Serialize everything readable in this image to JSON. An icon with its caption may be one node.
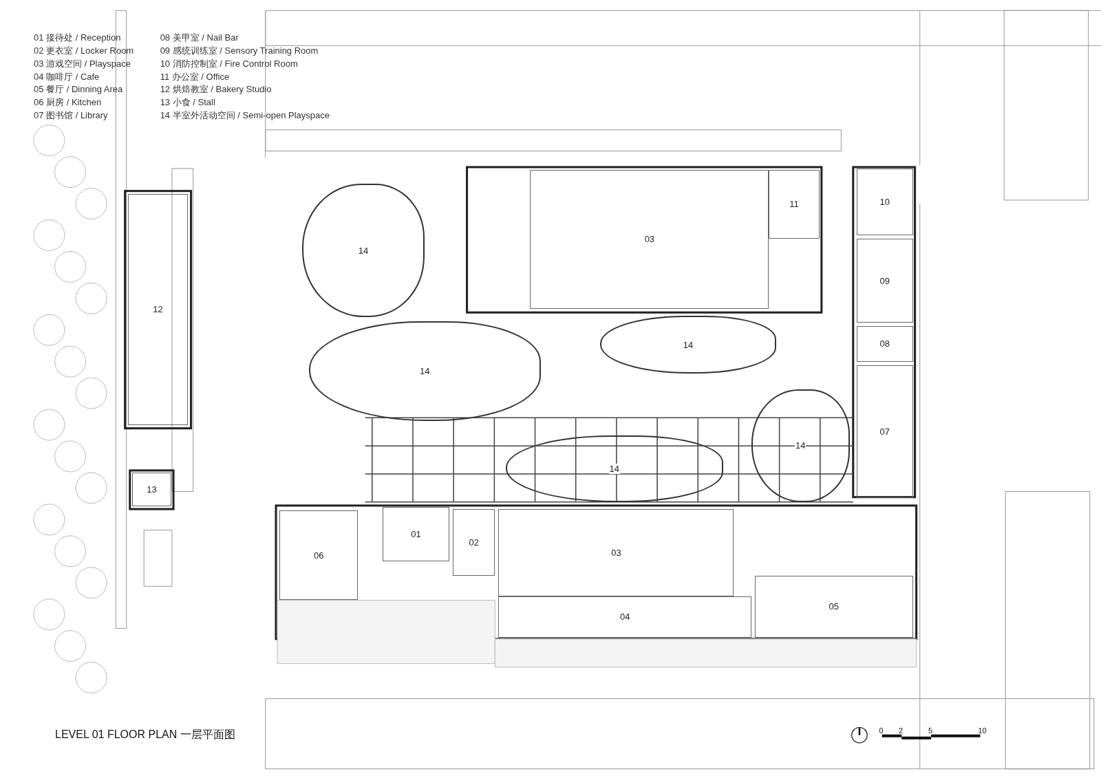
{
  "diagram": {
    "title": "LEVEL 01 FLOOR PLAN 一层平面图",
    "nodes": [
      {
        "text": [
          "14"
        ]
      },
      {
        "text": [
          "03"
        ]
      },
      {
        "text": [
          "11"
        ]
      },
      {
        "text": [
          "10"
        ]
      },
      {
        "text": [
          "09"
        ]
      },
      {
        "text": [
          "12"
        ]
      },
      {
        "text": [
          "14"
        ]
      },
      {
        "text": [
          "14"
        ]
      },
      {
        "text": [
          "08"
        ]
      },
      {
        "text": [
          "07"
        ]
      },
      {
        "text": [
          "14"
        ]
      },
      {
        "text": [
          "14"
        ]
      },
      {
        "text": [
          "13"
        ]
      },
      {
        "text": [
          "01"
        ]
      },
      {
        "text": [
          "02"
        ]
      },
      {
        "text": [
          "06"
        ]
      },
      {
        "text": [
          "03"
        ]
      },
      {
        "text": [
          "04"
        ]
      },
      {
        "text": [
          "05"
        ]
      }
    ],
    "labels": [
      "01 接待处 / Reception",
      "02 更衣室 / Locker Room",
      "03 游戏空间 / Playspace",
      "04 咖啡厅 / Cafe",
      "05 餐厅 / Dinning Area",
      "06 厨房 / Kitchen",
      "07 图书馆 / Library",
      "08 美甲室 / Nail Bar",
      "09 感统训练室 / Sensory Training Room",
      "10 消防控制室 / Fire Control Room",
      "11 办公室 / Office",
      "12 烘焙教室 / Bakery Studio",
      "13 小食 / Stall",
      "14 半室外活动空间 / Semi-open Playspace",
      "0",
      "2",
      "5",
      "10"
    ]
  }
}
